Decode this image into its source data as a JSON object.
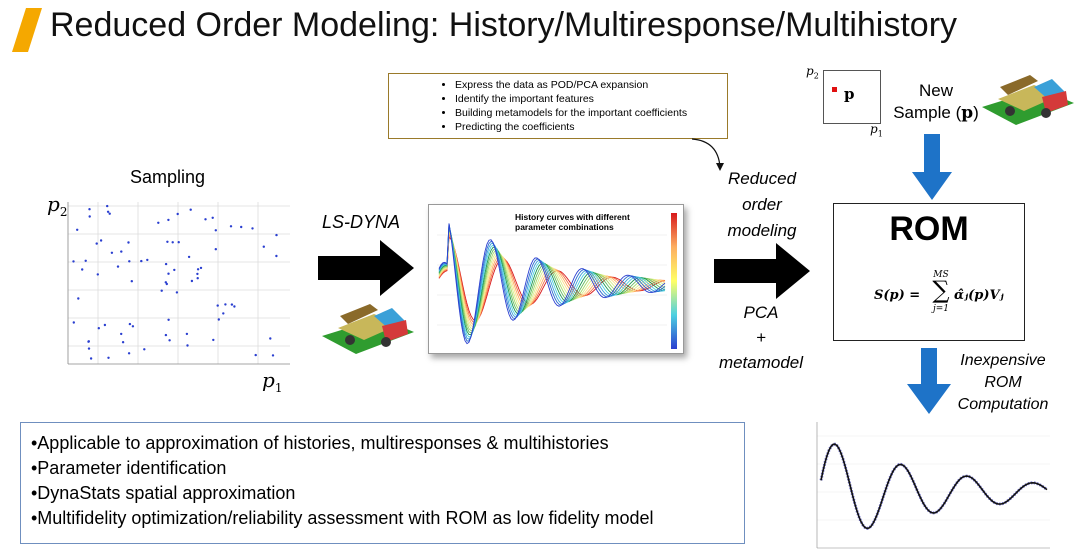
{
  "title": "Reduced Order Modeling: History/Multiresponse/Multihistory",
  "colors": {
    "accent": "#f5a800",
    "blue_arrow": "#1e73c8",
    "bubble_border": "#9a7a2a",
    "box_border": "#6f8fbf"
  },
  "bubble": {
    "items": [
      "Express the data as POD/PCA expansion",
      "Identify the important features",
      "Building metamodels for the important coefficients",
      "Predicting the coefficients"
    ]
  },
  "sampling": {
    "label": "Sampling",
    "axis_p2": "p",
    "axis_p2_sub": "2",
    "axis_p1": "p",
    "axis_p1_sub": "1"
  },
  "lsdyna": {
    "label": "LS-DYNA"
  },
  "history_plot": {
    "caption": "History curves with different parameter combinations"
  },
  "reduced_order": {
    "line1": "Reduced",
    "line2": "order",
    "line3": "modeling"
  },
  "pca": {
    "line1": "PCA",
    "line2": "+",
    "line3": "metamodel"
  },
  "new_sample": {
    "line1": "New",
    "line2": "Sample (",
    "bold_p": "p",
    "close": ")",
    "p_label": "p",
    "axis_p2": "p",
    "axis_p2_sub": "2",
    "axis_p1": "p",
    "axis_p1_sub": "1"
  },
  "rom": {
    "title": "ROM",
    "formula_lhs": "S(p) =",
    "sum_top": "MS",
    "sum_bottom": "j=1",
    "formula_rhs": "α̂ⱼ(p)Vⱼ"
  },
  "inexpensive": {
    "line1": "Inexpensive",
    "line2": "ROM",
    "line3": "Computation"
  },
  "bullets": [
    "•Applicable to approximation of histories, multiresponses & multihistories",
    "•Parameter identification",
    "•DynaStats spatial approximation",
    "•Multifidelity optimization/reliability assessment with ROM as low fidelity model"
  ]
}
